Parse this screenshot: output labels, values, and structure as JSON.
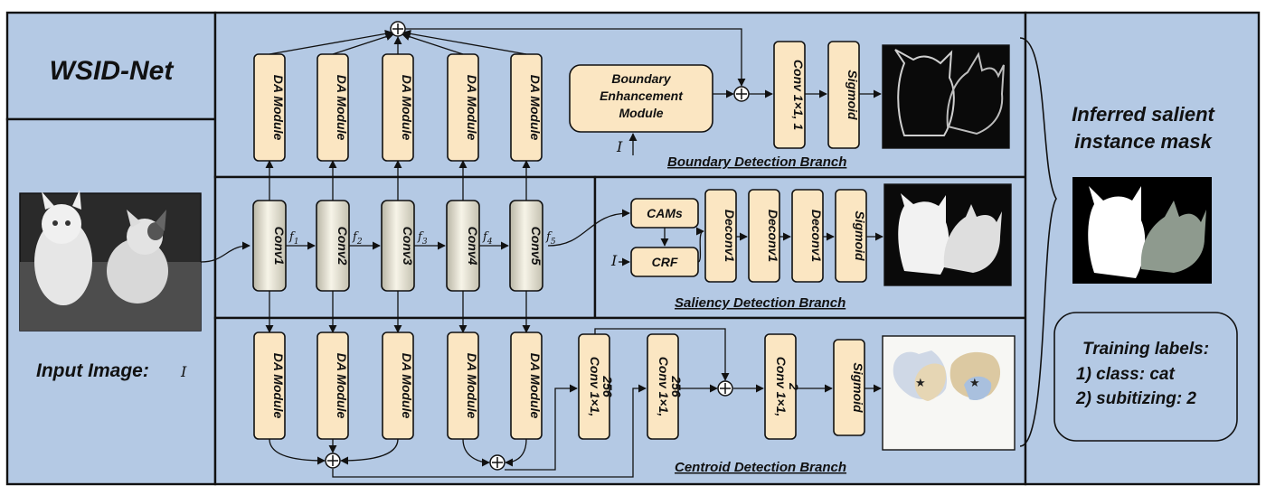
{
  "title": "WSID-Net",
  "input_label": "Input Image:",
  "input_symbol": "I",
  "output_title_line1": "Inferred salient",
  "output_title_line2": "instance mask",
  "training": {
    "line1": "Training labels:",
    "line2": "1) class: cat",
    "line3": "2) subitizing: 2"
  },
  "branches": {
    "boundary": "Boundary Detection Branch",
    "saliency": "Saliency Detection Branch",
    "centroid": "Centroid Detection Branch"
  },
  "modules": {
    "da": "DA Module",
    "bem_line1": "Boundary",
    "bem_line2": "Enhancement",
    "bem_line3": "Module",
    "conv_b_line1": "Conv 1×1, 1",
    "sigmoid": "Sigmoid",
    "cams": "CAMs",
    "crf": "CRF",
    "deconv1": "Deconv1",
    "conv256_line1": "Conv 1×1,",
    "conv256_line2": "256",
    "conv2_line1": "Conv 1×1,",
    "conv2_line2": "2"
  },
  "backbone": {
    "convs": [
      "Conv1",
      "Conv2",
      "Conv3",
      "Conv4",
      "Conv5"
    ],
    "features": [
      "f",
      "f",
      "f",
      "f",
      "f"
    ],
    "feature_subs": [
      "1",
      "2",
      "3",
      "4",
      "5"
    ]
  },
  "colors": {
    "panel": "#b4c9e4",
    "module": "#fbe6c2",
    "conv_light": "#f7f4e8",
    "conv_dark": "#b9b6a6"
  }
}
